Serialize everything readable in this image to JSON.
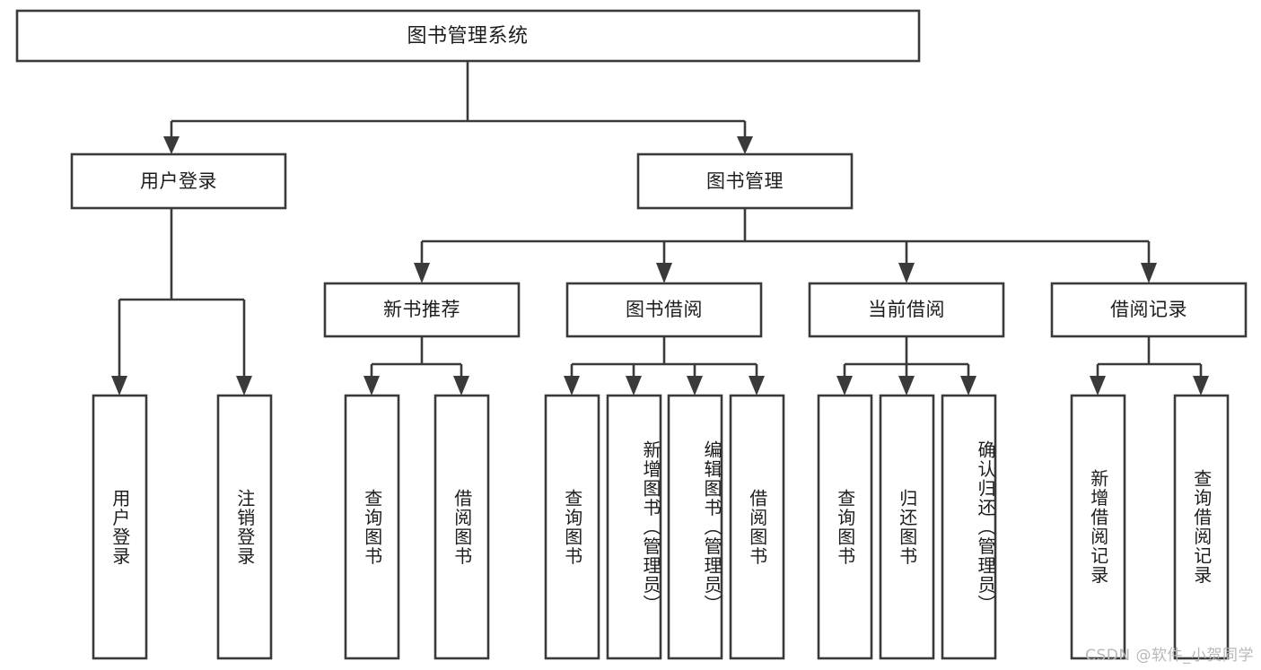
{
  "diagram": {
    "type": "tree-hierarchy",
    "title": "图书管理系统",
    "watermark": "CSDN @软件_小贺同学",
    "colors": {
      "stroke": "#3a3a3a",
      "fill": "#ffffff",
      "text": "#1d1d1d",
      "watermark": "#b8b8b8",
      "background": "#ffffff"
    },
    "root": {
      "label": "图书管理系统"
    },
    "level2": [
      {
        "label": "用户登录"
      },
      {
        "label": "图书管理"
      }
    ],
    "level3": [
      {
        "label": "新书推荐"
      },
      {
        "label": "图书借阅"
      },
      {
        "label": "当前借阅"
      },
      {
        "label": "借阅记录"
      }
    ],
    "leaves": {
      "user_login": [
        {
          "label": "用户登录"
        },
        {
          "label": "注销登录"
        }
      ],
      "new_book_recommend": [
        {
          "label": "查询图书"
        },
        {
          "label": "借阅图书"
        }
      ],
      "book_borrow": [
        {
          "label": "查询图书"
        },
        {
          "label": "新增图书（管理员）"
        },
        {
          "label": "编辑图书（管理员）"
        },
        {
          "label": "借阅图书"
        }
      ],
      "current_borrow": [
        {
          "label": "查询图书"
        },
        {
          "label": "归还图书"
        },
        {
          "label": "确认归还（管理员）"
        }
      ],
      "borrow_record": [
        {
          "label": "新增借阅记录"
        },
        {
          "label": "查询借阅记录"
        }
      ]
    }
  }
}
